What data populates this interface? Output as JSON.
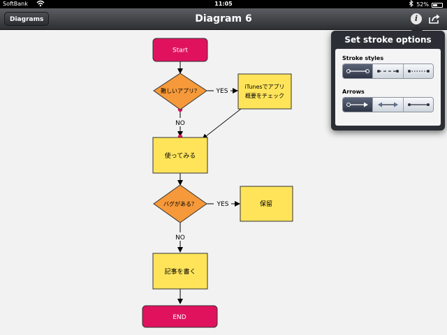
{
  "status_bar": {
    "carrier": "SoftBank",
    "time": "11:05",
    "battery": "52%",
    "battery_level": 0.52
  },
  "nav": {
    "back_label": "Diagrams",
    "title": "Diagram 6",
    "info_glyph": "i"
  },
  "icons": {
    "info": "info-icon",
    "share": "share-icon",
    "wifi": "wifi-icon",
    "bluetooth": "bluetooth-icon",
    "battery": "battery-icon"
  },
  "colors": {
    "terminal": "#e0125e",
    "decision": "#f5993a",
    "process": "#ffe45a",
    "connector": "#d8125a",
    "selected_segment": "#3a4255"
  },
  "diagram": {
    "start": "Start",
    "decision1": "難しいアプリ？",
    "yes1": "YES",
    "check_line1": "iTunesでアプリ",
    "check_line2": "概要をチェック",
    "no1": "NO",
    "try": "使ってみる",
    "decision2": "バグがある？",
    "yes2": "YES",
    "hold": "保留",
    "no2": "NO",
    "write": "記事を書く",
    "end": "END"
  },
  "popover": {
    "title": "Set stroke options",
    "stroke_styles_label": "Stroke styles",
    "stroke_styles": [
      "solid",
      "dashed",
      "dotted"
    ],
    "stroke_selected": 0,
    "arrows_label": "Arrows",
    "arrows": [
      "arrow-end",
      "arrow-both",
      "no-arrow"
    ],
    "arrow_selected": 0
  }
}
